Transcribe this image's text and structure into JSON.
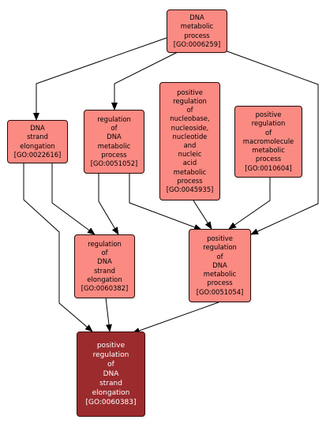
{
  "nodes": {
    "n6259": {
      "lines": [
        "DNA",
        "metabolic",
        "process"
      ],
      "id": "[GO:0006259]"
    },
    "n22616": {
      "lines": [
        "DNA",
        "strand",
        "elongation"
      ],
      "id": "[GO:0022616]"
    },
    "n51052": {
      "lines": [
        "regulation",
        "of",
        "DNA",
        "metabolic",
        "process"
      ],
      "id": "[GO:0051052]"
    },
    "n45935": {
      "lines": [
        "positive",
        "regulation",
        "of",
        "nucleobase,",
        "nucleoside,",
        "nucleotide",
        "and",
        "nucleic",
        "acid",
        "metabolic",
        "process"
      ],
      "id": "[GO:0045935]"
    },
    "n10604": {
      "lines": [
        "positive",
        "regulation",
        "of",
        "macromolecule",
        "metabolic",
        "process"
      ],
      "id": "[GO:0010604]"
    },
    "n60382": {
      "lines": [
        "regulation",
        "of",
        "DNA",
        "strand",
        "elongation"
      ],
      "id": "[GO:0060382]"
    },
    "n51054": {
      "lines": [
        "positive",
        "regulation",
        "of",
        "DNA",
        "metabolic",
        "process"
      ],
      "id": "[GO:0051054]"
    },
    "n60383": {
      "lines": [
        "positive",
        "regulation",
        "of",
        "DNA",
        "strand",
        "elongation"
      ],
      "id": "[GO:0060383]"
    }
  },
  "colors": {
    "node_fill": "#fa8a82",
    "focus_fill": "#9b2b2d",
    "edge": "#000000"
  }
}
